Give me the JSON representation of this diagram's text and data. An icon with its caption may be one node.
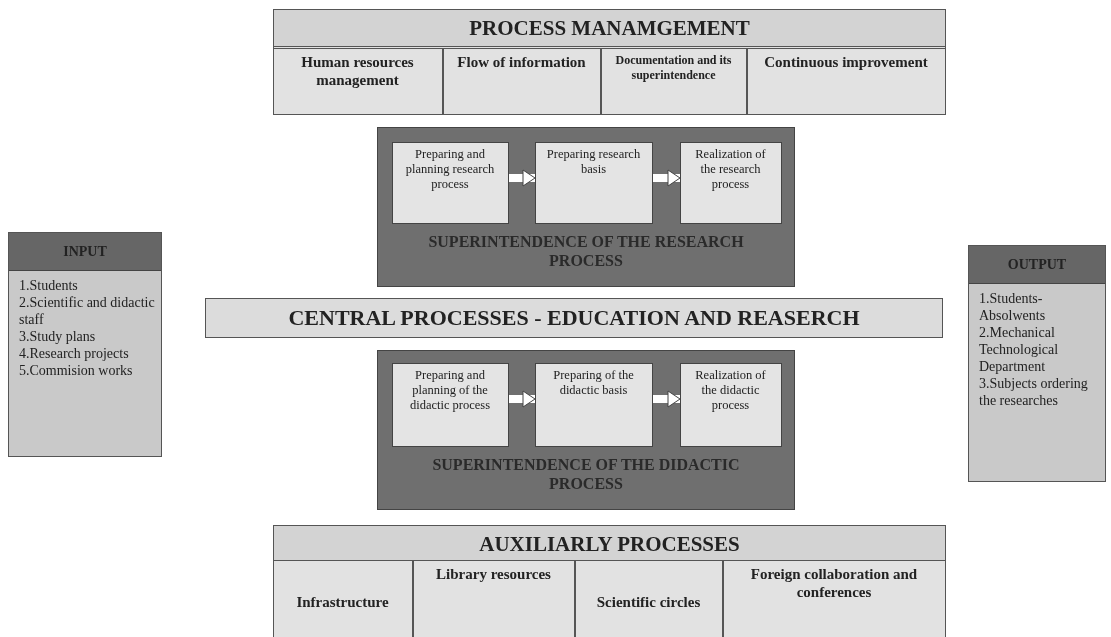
{
  "diagram": {
    "nodes": [
      {
        "text": [
          "PROCESS MANAMGEMENT"
        ]
      },
      {
        "text": [
          "Human resources management"
        ],
        "in": 0
      },
      {
        "text": [
          "Flow of information"
        ],
        "in": 0
      },
      {
        "text": [
          "Documentation and its superintendence"
        ],
        "in": 0
      },
      {
        "text": [
          "Continuous improvement"
        ],
        "in": 0
      },
      {
        "text": [
          "SUPERINTENDENCE OF THE RESEARCH PROCESS"
        ]
      },
      {
        "text": [
          "Preparing and planning research process"
        ],
        "in": 5
      },
      {
        "text": [
          "Preparing research basis"
        ],
        "in": 5
      },
      {
        "text": [
          "Realization of the research process"
        ],
        "in": 5
      },
      {
        "text": [
          "INPUT",
          "1.Students",
          "2.Scientific and didactic staff",
          "3.Study plans",
          "4.Research projects",
          "5.Commision works"
        ]
      },
      {
        "text": [
          "OUTPUT",
          "1.Students-Absolwents",
          "2.Mechanical Technological Department",
          "3.Subjects ordering the researches"
        ]
      },
      {
        "text": [
          "CENTRAL PROCESSES - EDUCATION AND REASERCH"
        ]
      },
      {
        "text": [
          "SUPERINTENDENCE OF THE DIDACTIC PROCESS"
        ]
      },
      {
        "text": [
          "Preparing and planning of the didactic process"
        ],
        "in": 12
      },
      {
        "text": [
          "Preparing of the didactic basis"
        ],
        "in": 12
      },
      {
        "text": [
          "Realization of the didactic process"
        ],
        "in": 12
      },
      {
        "text": [
          "AUXILIARLY PROCESSES"
        ]
      },
      {
        "text": [
          "Infrastructure"
        ],
        "in": 16
      },
      {
        "text": [
          "Library resources"
        ],
        "in": 16
      },
      {
        "text": [
          "Scientific circles"
        ],
        "in": 16
      },
      {
        "text": [
          "Foreign collaboration and conferences"
        ],
        "in": 16
      }
    ],
    "edges": [
      {
        "from": 6,
        "to": 7,
        "arrow": "to"
      },
      {
        "from": 7,
        "to": 8,
        "arrow": "to"
      },
      {
        "from": 13,
        "to": 14,
        "arrow": "to"
      },
      {
        "from": 14,
        "to": 15,
        "arrow": "to"
      }
    ]
  }
}
